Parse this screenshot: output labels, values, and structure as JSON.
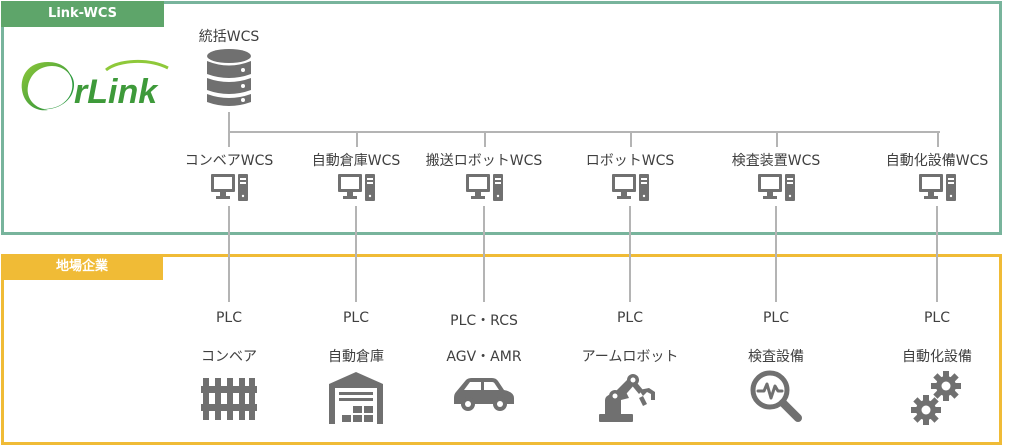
{
  "sections": {
    "wcs": {
      "label": "Link-WCS",
      "border_color": "#78b49c",
      "tab_color": "#5ea56a"
    },
    "local": {
      "label": "地場企業",
      "border_color": "#f0bb36",
      "tab_color": "#f0bb36"
    }
  },
  "logo": {
    "text": "OrLink",
    "color": "#3e9a3a"
  },
  "central": {
    "label": "統括WCS",
    "icon": "database-icon"
  },
  "line_color": "#b4b4b4",
  "icon_color": "#707070",
  "columns": [
    {
      "wcs": "コンベアWCS",
      "protocol": "PLC",
      "equipment": "コンベア",
      "equipment_icon": "conveyor-icon"
    },
    {
      "wcs": "自動倉庫WCS",
      "protocol": "PLC",
      "equipment": "自動倉庫",
      "equipment_icon": "warehouse-icon"
    },
    {
      "wcs": "搬送ロボットWCS",
      "protocol": "PLC・RCS",
      "equipment": "AGV・AMR",
      "equipment_icon": "car-icon"
    },
    {
      "wcs": "ロボットWCS",
      "protocol": "PLC",
      "equipment": "アームロボット",
      "equipment_icon": "robot-arm-icon"
    },
    {
      "wcs": "検査装置WCS",
      "protocol": "PLC",
      "equipment": "検査設備",
      "equipment_icon": "inspection-magnifier-icon"
    },
    {
      "wcs": "自動化設備WCS",
      "protocol": "PLC",
      "equipment": "自動化設備",
      "equipment_icon": "gears-icon"
    }
  ]
}
